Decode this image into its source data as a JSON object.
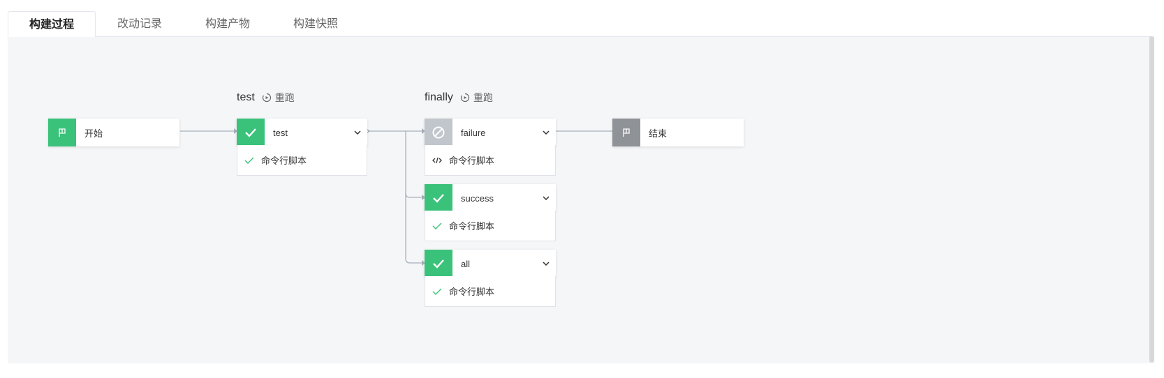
{
  "tabs": [
    {
      "label": "构建过程",
      "active": true
    },
    {
      "label": "改动记录",
      "active": false
    },
    {
      "label": "构建产物",
      "active": false
    },
    {
      "label": "构建快照",
      "active": false
    }
  ],
  "stages": {
    "test": {
      "name": "test",
      "rerun": "重跑"
    },
    "finally": {
      "name": "finally",
      "rerun": "重跑"
    }
  },
  "nodes": {
    "start": {
      "label": "开始",
      "icon": "flag-icon",
      "color": "#3ac27a"
    },
    "test": {
      "label": "test",
      "status": "success",
      "color": "#3ac27a",
      "step": "命令行脚本",
      "step_status": "success"
    },
    "failure": {
      "label": "failure",
      "status": "skipped",
      "color": "#c1c5cc",
      "step": "命令行脚本",
      "step_status": "not-run"
    },
    "success": {
      "label": "success",
      "status": "success",
      "color": "#3ac27a",
      "step": "命令行脚本",
      "step_status": "success"
    },
    "all": {
      "label": "all",
      "status": "success",
      "color": "#3ac27a",
      "step": "命令行脚本",
      "step_status": "success"
    },
    "end": {
      "label": "结束",
      "icon": "flag-icon",
      "color": "#8f9297"
    }
  },
  "colors": {
    "accent": "#3ac27a",
    "connector": "#a7afbb",
    "panel_bg": "#f5f6f8"
  }
}
